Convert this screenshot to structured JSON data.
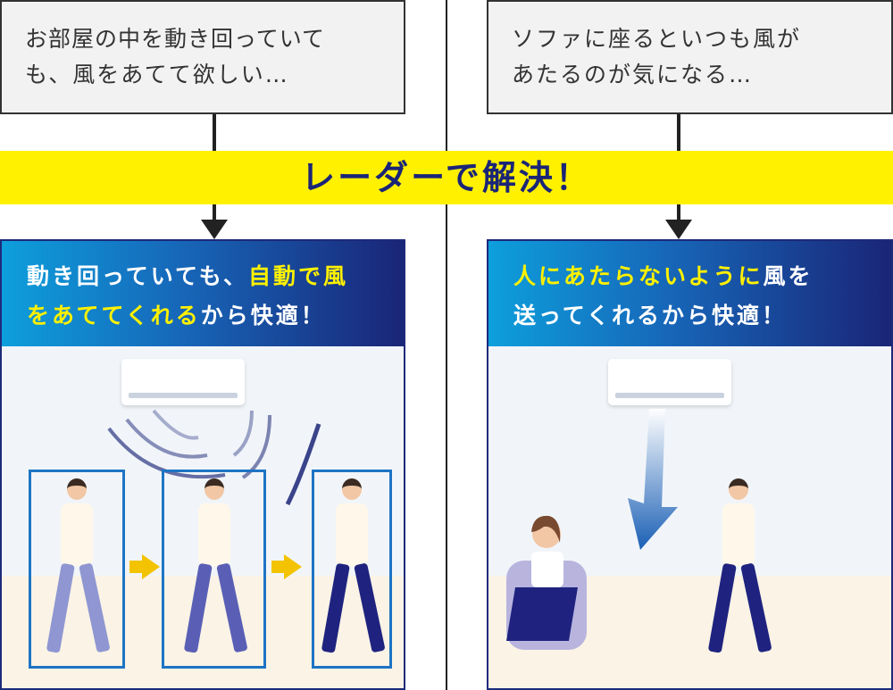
{
  "concerns": [
    {
      "line1": "お部屋の中を動き回ってい",
      "line2": "て",
      "line3": "も、風をあてて欲しい…"
    },
    {
      "line1": "ソファに座るといつも風が",
      "line2": "あたるのが気になる…"
    }
  ],
  "banner": {
    "text": "レーダーで解決！"
  },
  "panels": [
    {
      "line1_a": "動き回っていても、",
      "line1_b": "自動で風",
      "line2_a": "をあててくれる",
      "line2_b": "から快適！"
    },
    {
      "line1_a": "人にあたらないように",
      "line1_b": "風を",
      "line2_a": "送ってくれるから快適！"
    }
  ],
  "colors": {
    "banner": "#fff100",
    "navy": "#1a2577",
    "frame": "#1e74c4",
    "arrow": "#f3c300"
  }
}
